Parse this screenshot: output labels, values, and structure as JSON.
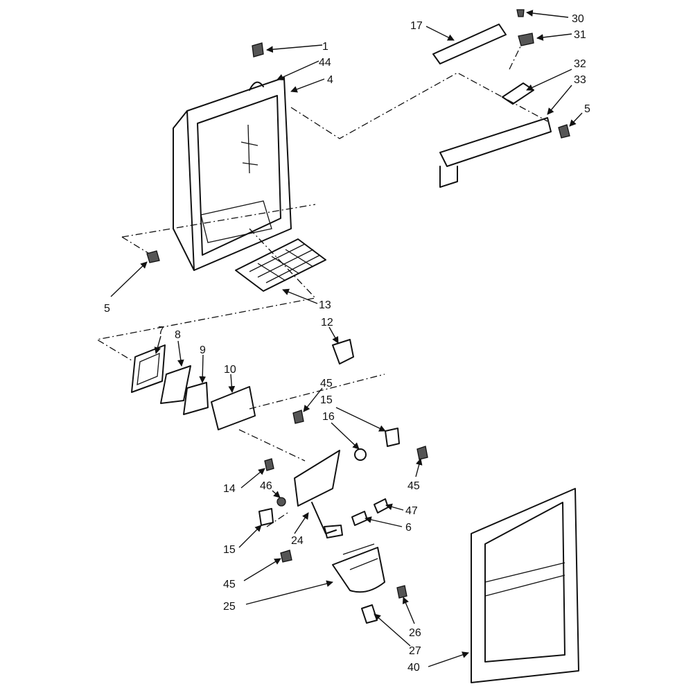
{
  "diagram": {
    "callouts": [
      "1",
      "44",
      "4",
      "17",
      "30",
      "31",
      "32",
      "33",
      "5",
      "5",
      "13",
      "12",
      "7",
      "8",
      "9",
      "10",
      "45",
      "15",
      "16",
      "45",
      "14",
      "46",
      "47",
      "6",
      "15",
      "24",
      "45",
      "25",
      "26",
      "27",
      "40"
    ]
  }
}
